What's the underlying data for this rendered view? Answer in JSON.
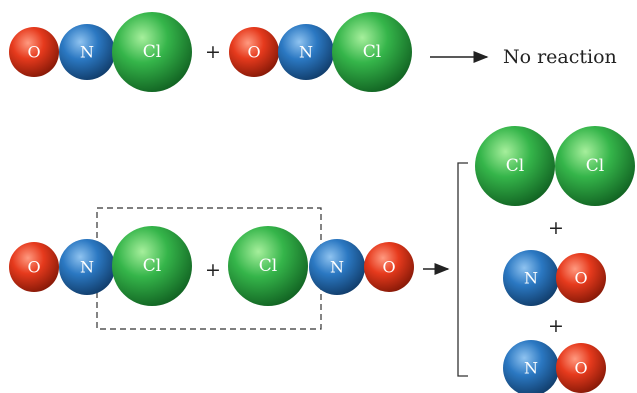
{
  "atoms": {
    "O": {
      "label": "O",
      "color": "#e63a1d"
    },
    "N": {
      "label": "N",
      "color": "#2b78c2"
    },
    "Cl": {
      "label": "Cl",
      "color": "#35b54a"
    }
  },
  "plus_sign": "+",
  "no_reaction_text": "No reaction",
  "scheme_1": {
    "reactants": [
      [
        "O",
        "N",
        "Cl"
      ],
      [
        "O",
        "N",
        "Cl"
      ]
    ],
    "product": "No reaction"
  },
  "scheme_2": {
    "reactants": [
      [
        "O",
        "N",
        "Cl"
      ],
      [
        "Cl",
        "N",
        "O"
      ]
    ],
    "products": [
      [
        "Cl",
        "Cl"
      ],
      [
        "N",
        "O"
      ],
      [
        "N",
        "O"
      ]
    ]
  }
}
